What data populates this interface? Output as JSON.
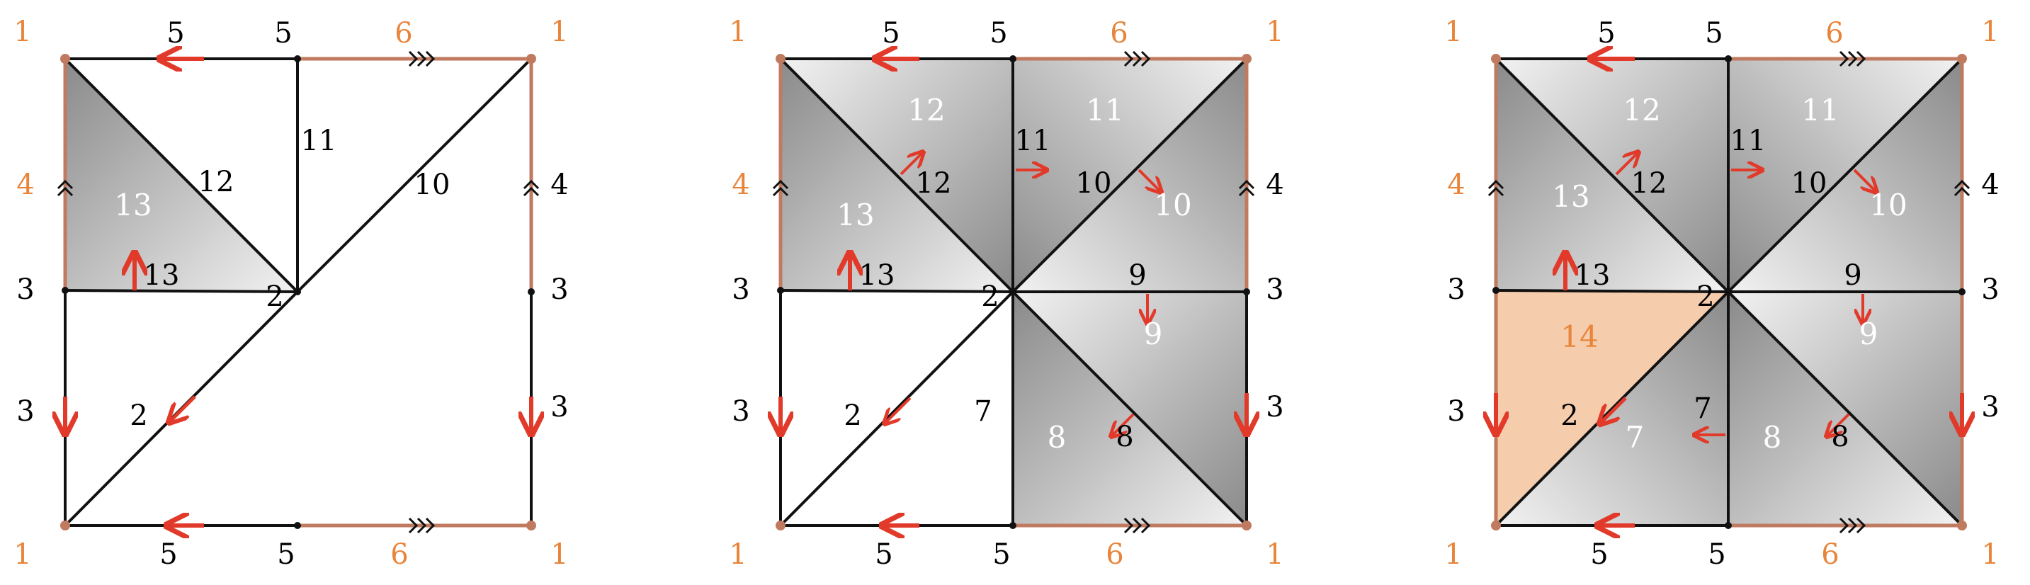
{
  "colors": {
    "edge": "#111111",
    "boundary": "#c07a5f",
    "vertex_label": "#e8853a",
    "arrow": "#e23a2a",
    "highlight_face": "#f5ccac",
    "face_label_light": "#ffffff",
    "face_label_dark": "#000000"
  },
  "panels": [
    {
      "name": "panel-1",
      "faces": [
        {
          "id": "13",
          "shade": "gray"
        }
      ],
      "edge_labels": [
        "5",
        "5",
        "6",
        "4",
        "3",
        "3",
        "5",
        "5",
        "6",
        "4",
        "3",
        "3",
        "11",
        "12",
        "10",
        "13",
        "2",
        "2"
      ],
      "vertex_labels": [
        "1",
        "1",
        "1",
        "1"
      ]
    },
    {
      "name": "panel-2",
      "faces": [
        {
          "id": "13",
          "shade": "gray"
        },
        {
          "id": "12",
          "shade": "gray"
        },
        {
          "id": "11",
          "shade": "gray"
        },
        {
          "id": "10",
          "shade": "gray"
        },
        {
          "id": "9",
          "shade": "gray"
        },
        {
          "id": "8",
          "shade": "gray"
        }
      ],
      "edge_labels": [
        "5",
        "5",
        "6",
        "4",
        "3",
        "3",
        "5",
        "5",
        "6",
        "4",
        "3",
        "3",
        "11",
        "12",
        "10",
        "13",
        "9",
        "8",
        "7",
        "2",
        "2"
      ],
      "vertex_labels": [
        "1",
        "1",
        "1",
        "1"
      ]
    },
    {
      "name": "panel-3",
      "faces": [
        {
          "id": "13",
          "shade": "gray"
        },
        {
          "id": "12",
          "shade": "gray"
        },
        {
          "id": "11",
          "shade": "gray"
        },
        {
          "id": "10",
          "shade": "gray"
        },
        {
          "id": "9",
          "shade": "gray"
        },
        {
          "id": "8",
          "shade": "gray"
        },
        {
          "id": "7",
          "shade": "gray"
        },
        {
          "id": "14",
          "shade": "highlight"
        }
      ],
      "edge_labels": [
        "5",
        "5",
        "6",
        "4",
        "3",
        "3",
        "5",
        "5",
        "6",
        "4",
        "3",
        "3",
        "11",
        "12",
        "10",
        "13",
        "9",
        "8",
        "7",
        "2",
        "2"
      ],
      "vertex_labels": [
        "1",
        "1",
        "1",
        "1"
      ]
    }
  ]
}
